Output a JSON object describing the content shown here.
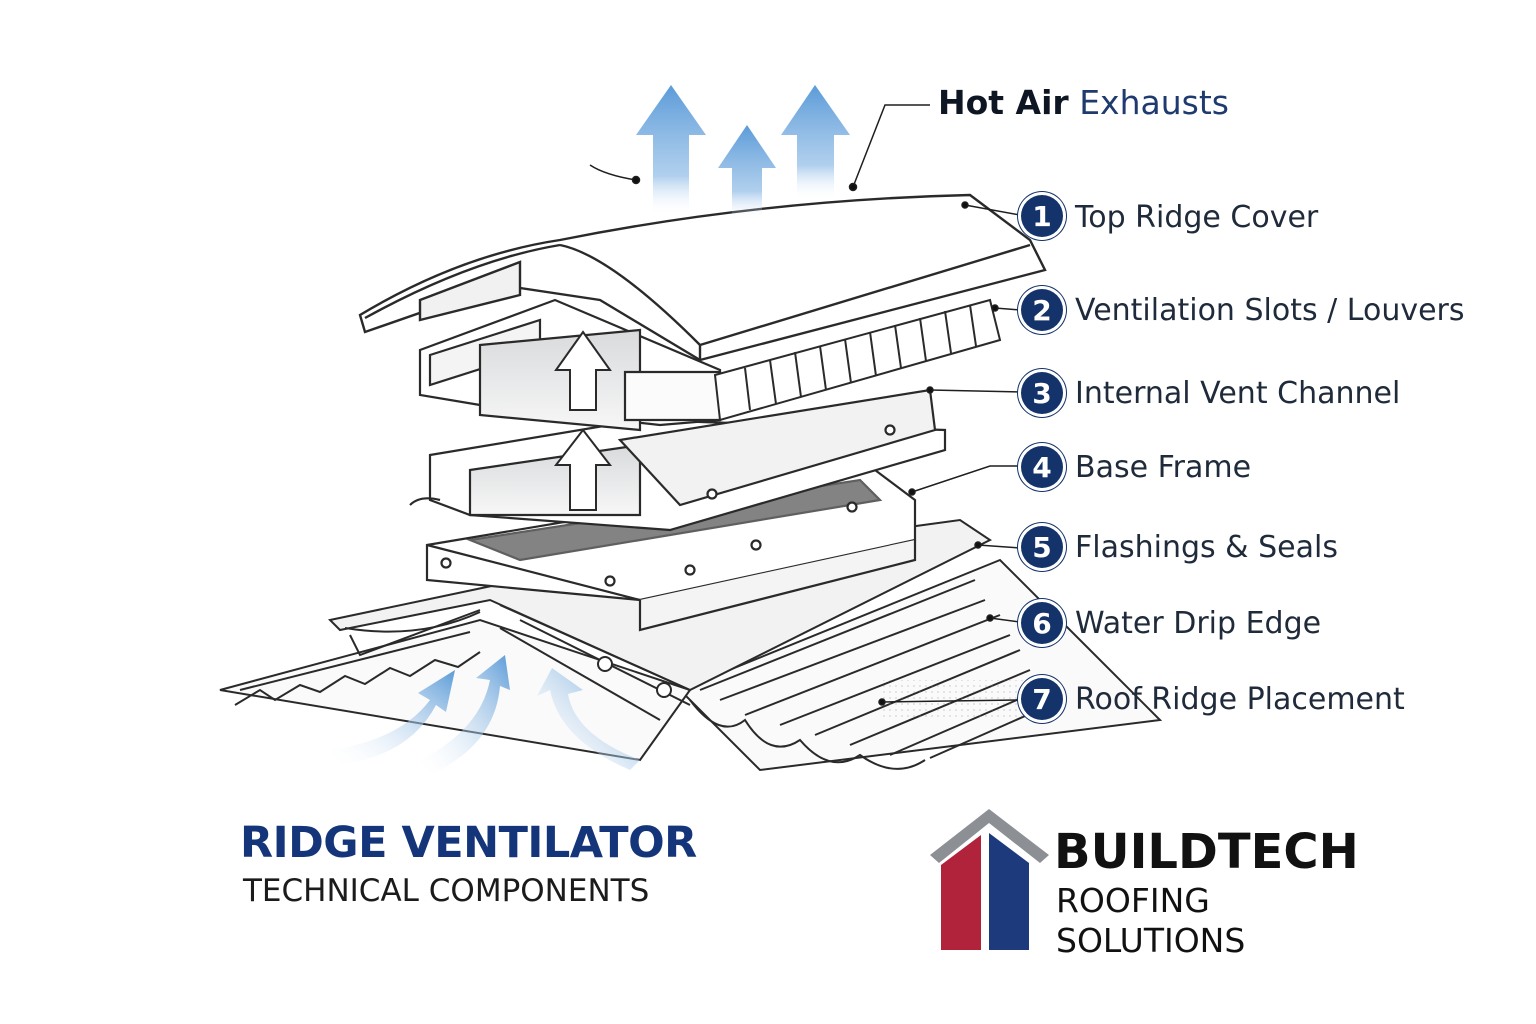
{
  "hot_air": {
    "strong": "Hot Air",
    "light": "Exhausts"
  },
  "callouts": [
    {
      "number": "1",
      "label": "Top Ridge Cover"
    },
    {
      "number": "2",
      "label": "Ventilation Slots / Louvers"
    },
    {
      "number": "3",
      "label": "Internal Vent Channel"
    },
    {
      "number": "4",
      "label": "Base Frame"
    },
    {
      "number": "5",
      "label": "Flashings & Seals"
    },
    {
      "number": "6",
      "label": "Water Drip Edge"
    },
    {
      "number": "7",
      "label": "Roof Ridge Placement"
    }
  ],
  "title": {
    "main": "RIDGE VENTILATOR",
    "sub": "TECHNICAL COMPONENTS"
  },
  "brand": {
    "name": "BUILDTECH",
    "line1": "ROOFING",
    "line2": "SOLUTIONS"
  },
  "colors": {
    "navy": "#14336b",
    "title_blue": "#15357a",
    "arrow_blue": "#5b9bd8",
    "logo_red": "#b0233a",
    "logo_blue": "#1d3a7d",
    "logo_gray": "#8c8f94"
  },
  "icons": [
    "airflow-arrow-icon",
    "numbered-badge-icon",
    "house-logo-icon"
  ]
}
